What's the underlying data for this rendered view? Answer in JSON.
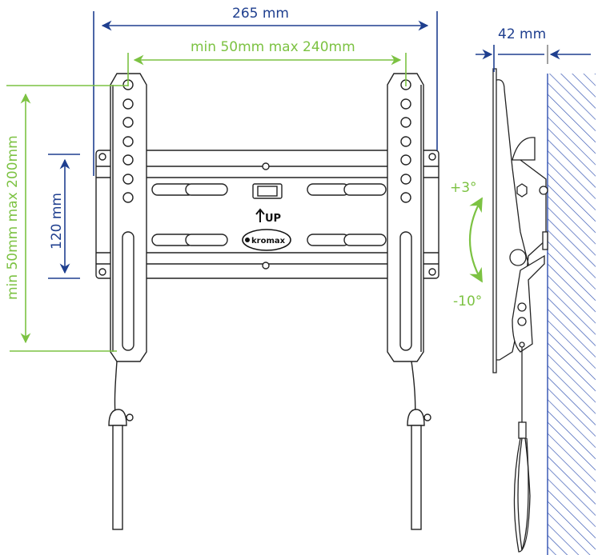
{
  "diagram": {
    "title": "Tilting TV wall mount dimensions",
    "colors": {
      "dimension_blue": "#1f3f8f",
      "dimension_green": "#7cc242",
      "line_drawing": "#222222",
      "wall_hatch": "#2f4fb0"
    },
    "front_view": {
      "overall_width_label": "265 mm",
      "vesa_horizontal_label": "min 50mm max 240mm",
      "vesa_vertical_label": "min 50mm max 200mm",
      "plate_height_label": "120 mm",
      "up_label": "UP",
      "brand_label": "kromax"
    },
    "side_view": {
      "wall_distance_label": "42 mm",
      "tilt_up_label": "+3°",
      "tilt_down_label": "-10°"
    }
  }
}
